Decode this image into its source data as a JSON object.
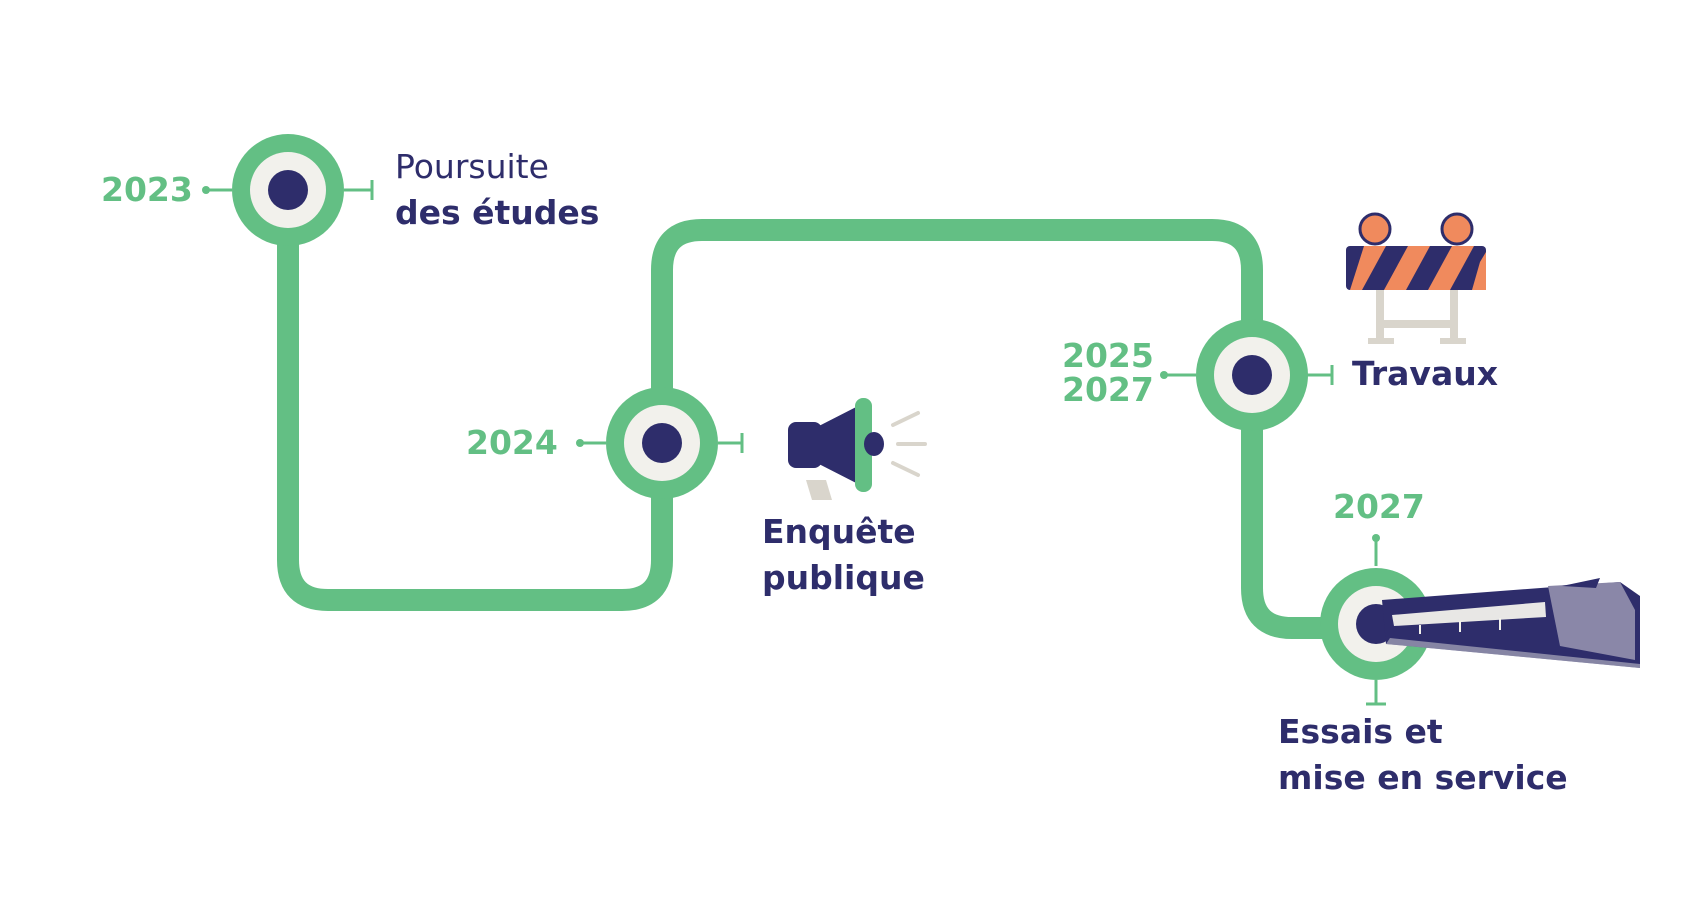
{
  "colors": {
    "track": "#63bf84",
    "station_ring_inner": "#f2f1ec",
    "station_dot": "#2e2d6b",
    "label_text": "#2e2d6b",
    "year_text": "#63bf84",
    "barrier_orange": "#f08a5d",
    "barrier_dark": "#2e2d6b",
    "barrier_legs": "#d9d5cc",
    "tram_body": "#2e2d6b",
    "tram_window": "#8a87a8"
  },
  "milestones": [
    {
      "year": "2023",
      "title_regular": "Poursuite",
      "title_bold": "des études",
      "icon": "circle-station-icon"
    },
    {
      "year": "2024",
      "title_bold_1": "Enquête",
      "title_bold_2": "publique",
      "icon": "megaphone-icon"
    },
    {
      "year_1": "2025",
      "year_2": "2027",
      "title_bold": "Travaux",
      "icon": "road-barrier-icon"
    },
    {
      "year": "2027",
      "title_bold_1": "Essais et",
      "title_bold_2": "mise en service",
      "icon": "tram-icon"
    }
  ]
}
